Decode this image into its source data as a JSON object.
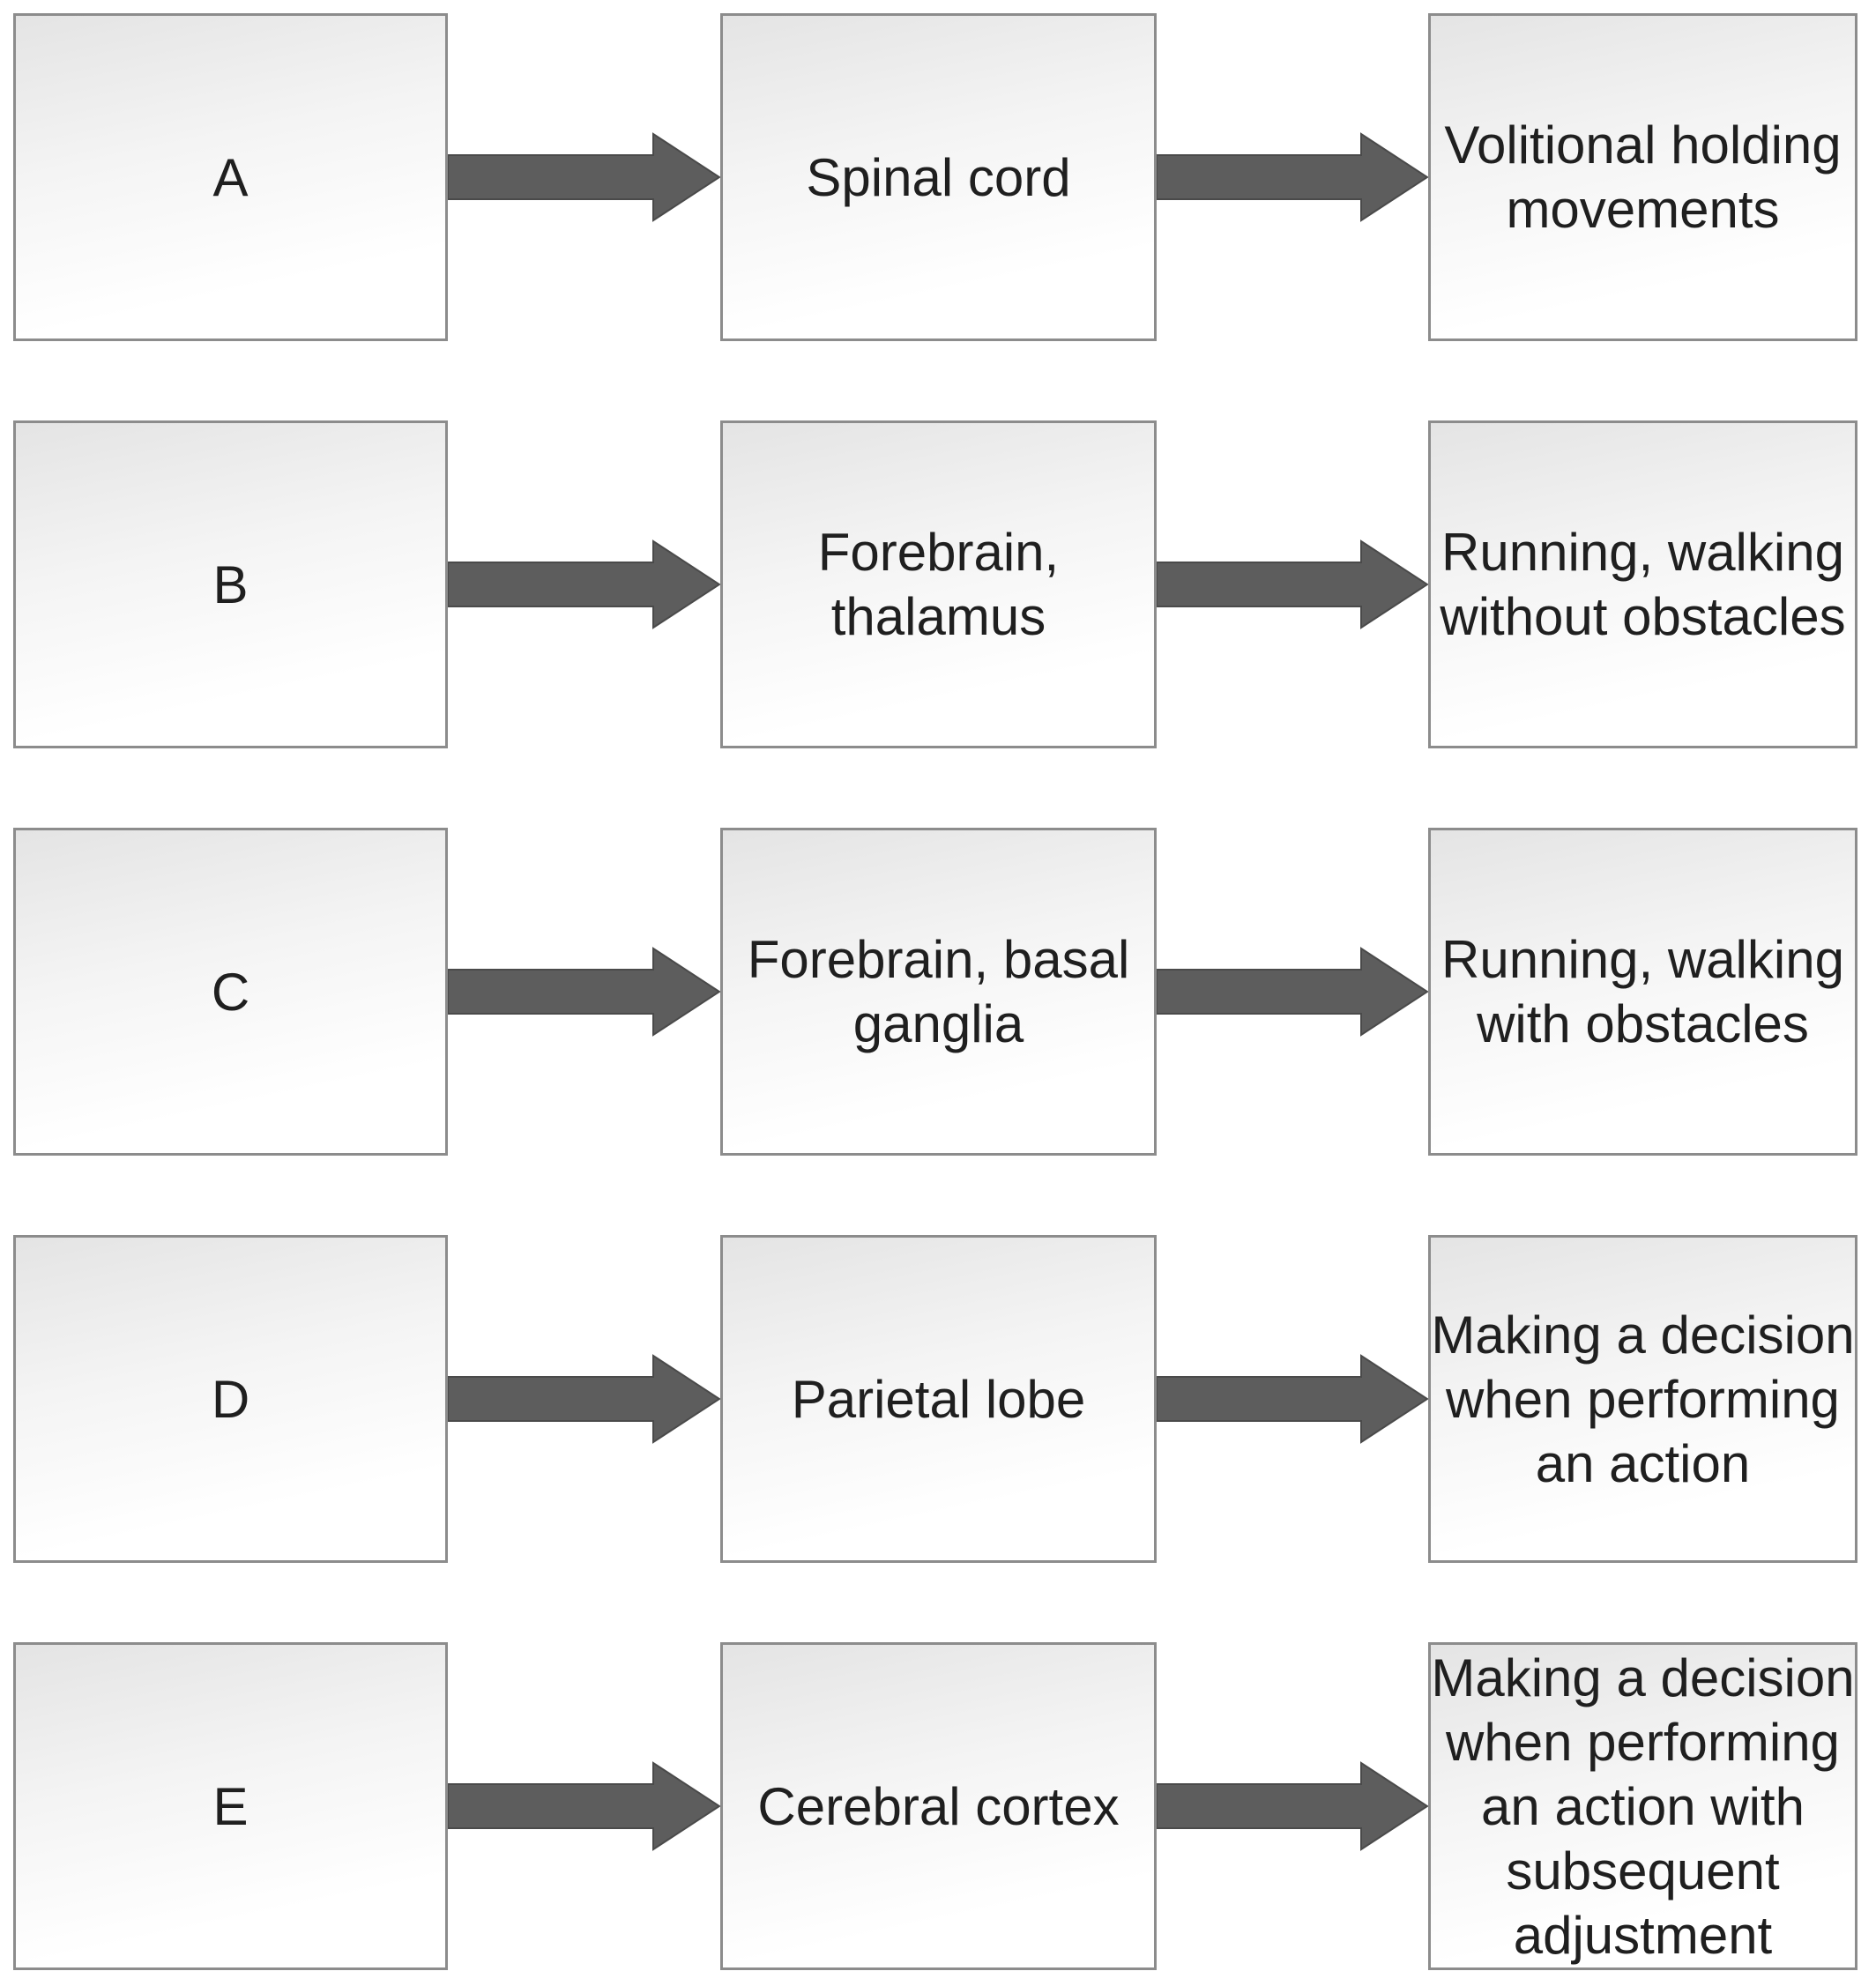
{
  "diagram": {
    "title": "",
    "colors": {
      "background": "#ffffff",
      "box_border": "#8c8c8c",
      "box_fill_top": "#e4e4e4",
      "box_fill_bottom": "#ffffff",
      "arrow_fill": "#5d5d5d",
      "arrow_stroke": "#4a4a4a",
      "text": "#1f1f1f"
    },
    "rows": [
      {
        "letter": "A",
        "structure": "Spinal cord",
        "function": "Volitional holding\nmovements"
      },
      {
        "letter": "B",
        "structure": "Forebrain,\nthalamus",
        "function": "Running, walking\nwithout obstacles"
      },
      {
        "letter": "C",
        "structure": "Forebrain, basal\nganglia",
        "function": "Running, walking\nwith obstacles"
      },
      {
        "letter": "D",
        "structure": "Parietal lobe",
        "function": "Making a decision\nwhen performing\nan action"
      },
      {
        "letter": "E",
        "structure": "Cerebral cortex",
        "function": "Making a decision\nwhen performing\nan action with\nsubsequent\nadjustment"
      }
    ]
  }
}
